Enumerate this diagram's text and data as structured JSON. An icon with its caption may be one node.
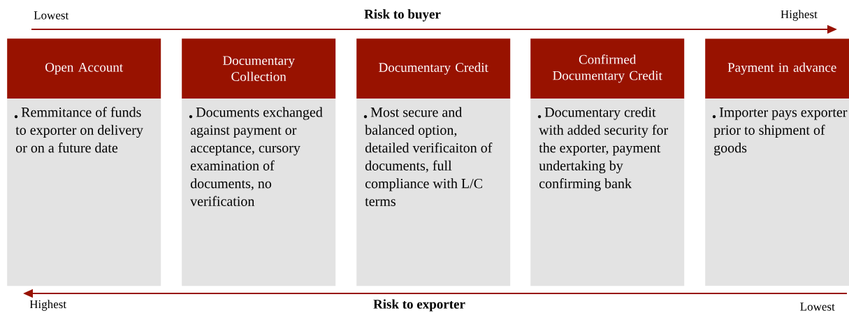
{
  "diagram": {
    "nodes": [
      {
        "text": [
          "Open Account"
        ]
      },
      {
        "text": [
          "Remmitance of funds to exporter on delivery or on a future date"
        ]
      },
      {
        "text": [
          "Documentary Collection"
        ]
      },
      {
        "text": [
          "Documents exchanged against payment or acceptance, cursory examination of documents, no verification"
        ]
      },
      {
        "text": [
          "Documentary Credit"
        ]
      },
      {
        "text": [
          "Most secure and balanced option, detailed verificaiton of documents, full compliance with L/C terms"
        ]
      },
      {
        "text": [
          "Confirmed Documentary Credit"
        ]
      },
      {
        "text": [
          "Documentary credit with added security for the exporter, payment undertaking by confirming bank"
        ]
      },
      {
        "text": [
          "Payment in advance"
        ]
      },
      {
        "text": [
          "Importer pays exporter prior to shipment of goods"
        ]
      }
    ],
    "labels": [
      "Lowest",
      "Risk to buyer",
      "Highest",
      "Highest",
      "Risk to exporter",
      "Lowest"
    ]
  }
}
